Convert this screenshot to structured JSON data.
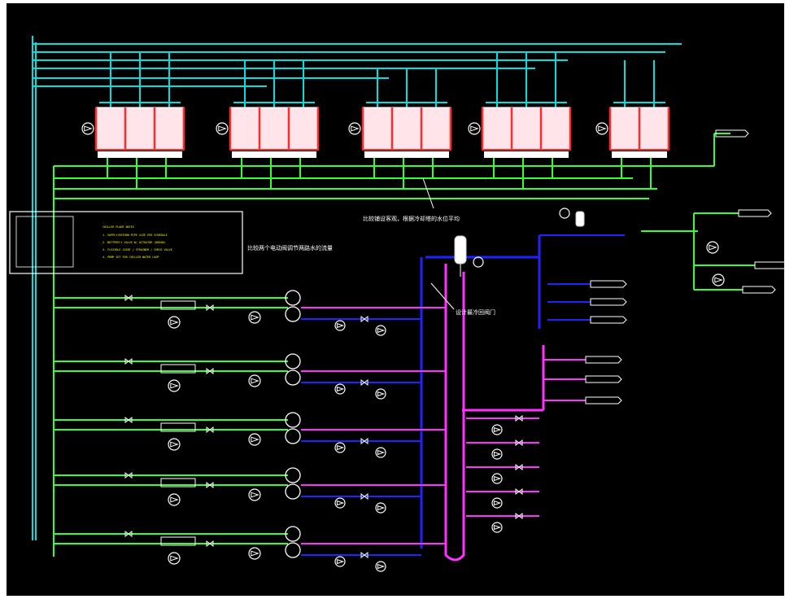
{
  "annotations": {
    "note_top": "比较铺设客观，根据冷却塔的水位平均",
    "note_left": "比较两个电动阀调节两路水的流量",
    "note_mid": "设计最冷回阀门"
  },
  "legend": {
    "title": "CHILLER PLANT NOTES",
    "lines": [
      "1. SUPPLY/RETURN PIPE SIZE PER SCHEDULE",
      "2. BUTTERFLY VALVE W/ ACTUATOR (DN200)",
      "3. FLEXIBLE JOINT / STRAINER / CHECK VALVE",
      "4. PUMP SET FOR CHILLED WATER LOOP"
    ]
  },
  "colors": {
    "background": "#000000",
    "cyan_pipe": "#00e0e0",
    "green_pipe": "#33ff33",
    "magenta_pipe": "#ff33ff",
    "blue_pipe": "#2222ff",
    "chiller_fill": "#ffe4ea",
    "chiller_red": "#ff2a2a",
    "text": "#ffffff",
    "accent_yellow": "#ffff00"
  },
  "drawing": {
    "chiller_units": 5,
    "cooling_tower_pumps": 5,
    "chilled_pump_rows": 5,
    "right_side_pumps": 5,
    "branch_outlets_blue": 3,
    "branch_outlets_magenta": 3
  }
}
